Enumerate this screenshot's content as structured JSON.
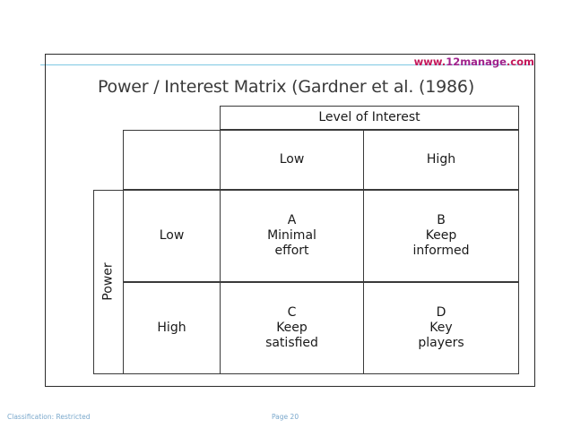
{
  "watermark": {
    "prefix": "www.",
    "brand": "12manage",
    "suffix": ".com",
    "color_prefix": "#c3185b",
    "color_brand": "#a0228c"
  },
  "slide": {
    "title": "Power / Interest Matrix (Gardner et al. (1986)",
    "rule_color": "#7ec8e3",
    "frame_color": "#2b2b2b"
  },
  "matrix": {
    "column_group_header": "Level of Interest",
    "row_group_header": "Power",
    "column_headers": [
      "Low",
      "High"
    ],
    "row_headers": [
      "Low",
      "High"
    ],
    "cells": [
      {
        "id": "A",
        "letter": "A",
        "line1": "Minimal",
        "line2": "effort",
        "power": "Low",
        "interest": "Low"
      },
      {
        "id": "B",
        "letter": "B",
        "line1": "Keep",
        "line2": "informed",
        "power": "Low",
        "interest": "High"
      },
      {
        "id": "C",
        "letter": "C",
        "line1": "Keep",
        "line2": "satisfied",
        "power": "High",
        "interest": "Low"
      },
      {
        "id": "D",
        "letter": "D",
        "line1": "Key",
        "line2": "players",
        "power": "High",
        "interest": "High"
      }
    ]
  },
  "footer": {
    "classification": "Classification: Restricted",
    "page": "Page 20",
    "color": "#7aa8cc"
  }
}
